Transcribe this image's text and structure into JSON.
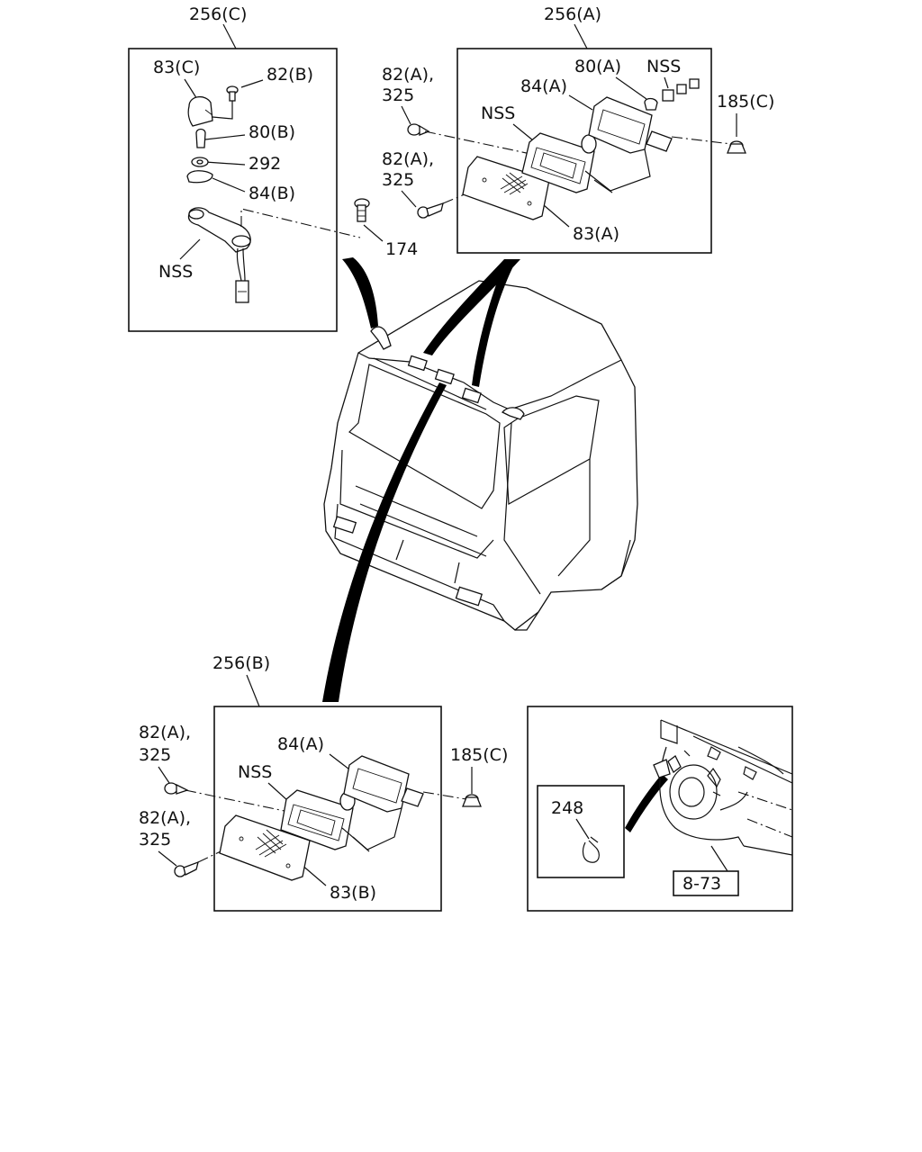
{
  "callouts": {
    "ref_256c": "256(C)",
    "ref_256a": "256(A)",
    "ref_256b": "256(B)",
    "c_83c": "83(C)",
    "c_82b": "82(B)",
    "c_80b": "80(B)",
    "c_292": "292",
    "c_84b": "84(B)",
    "c_nss_c": "NSS",
    "c_174": "174",
    "a_82a_top_1": "82(A),",
    "a_82a_top_2": "325",
    "a_82a_bot_1": "82(A),",
    "a_82a_bot_2": "325",
    "a_nss_1": "NSS",
    "a_84a": "84(A)",
    "a_80a": "80(A)",
    "a_nss_2": "NSS",
    "a_185c": "185(C)",
    "a_83a": "83(A)",
    "b_82a_top_1": "82(A),",
    "b_82a_top_2": "325",
    "b_82a_bot_1": "82(A),",
    "b_82a_bot_2": "325",
    "b_84a": "84(A)",
    "b_nss": "NSS",
    "b_185c": "185(C)",
    "b_83b": "83(B)",
    "d_248": "248",
    "d_ref": "8-73"
  }
}
